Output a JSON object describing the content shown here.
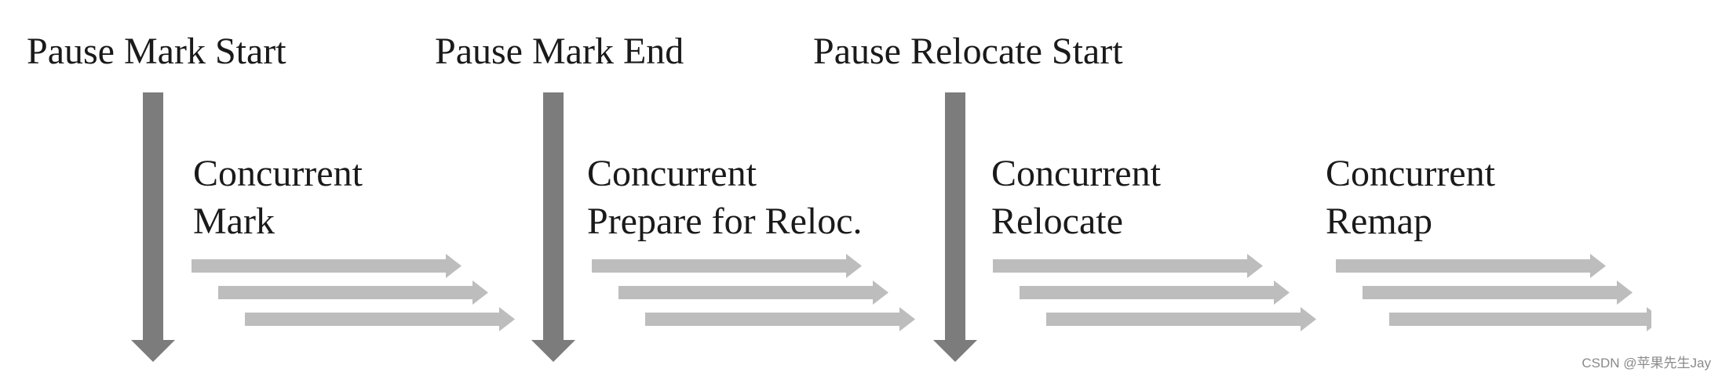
{
  "pauses": [
    {
      "id": "pause-mark-start",
      "label": "Pause Mark Start"
    },
    {
      "id": "pause-mark-end",
      "label": "Pause Mark End"
    },
    {
      "id": "pause-relocate-start",
      "label": "Pause Relocate Start"
    }
  ],
  "phases": [
    {
      "id": "concurrent-mark",
      "line1": "Concurrent",
      "line2": "Mark"
    },
    {
      "id": "concurrent-prepare",
      "line1": "Concurrent",
      "line2": "Prepare for Reloc."
    },
    {
      "id": "concurrent-relocate",
      "line1": "Concurrent",
      "line2": "Relocate"
    },
    {
      "id": "concurrent-remap",
      "line1": "Concurrent",
      "line2": "Remap"
    }
  ],
  "watermark": "CSDN @苹果先生Jay",
  "colors": {
    "pause_arrow": "#7c7c7c",
    "thread_arrow": "#bdbdbd",
    "text": "#1a1a1a",
    "watermark": "#8a8a8a"
  }
}
